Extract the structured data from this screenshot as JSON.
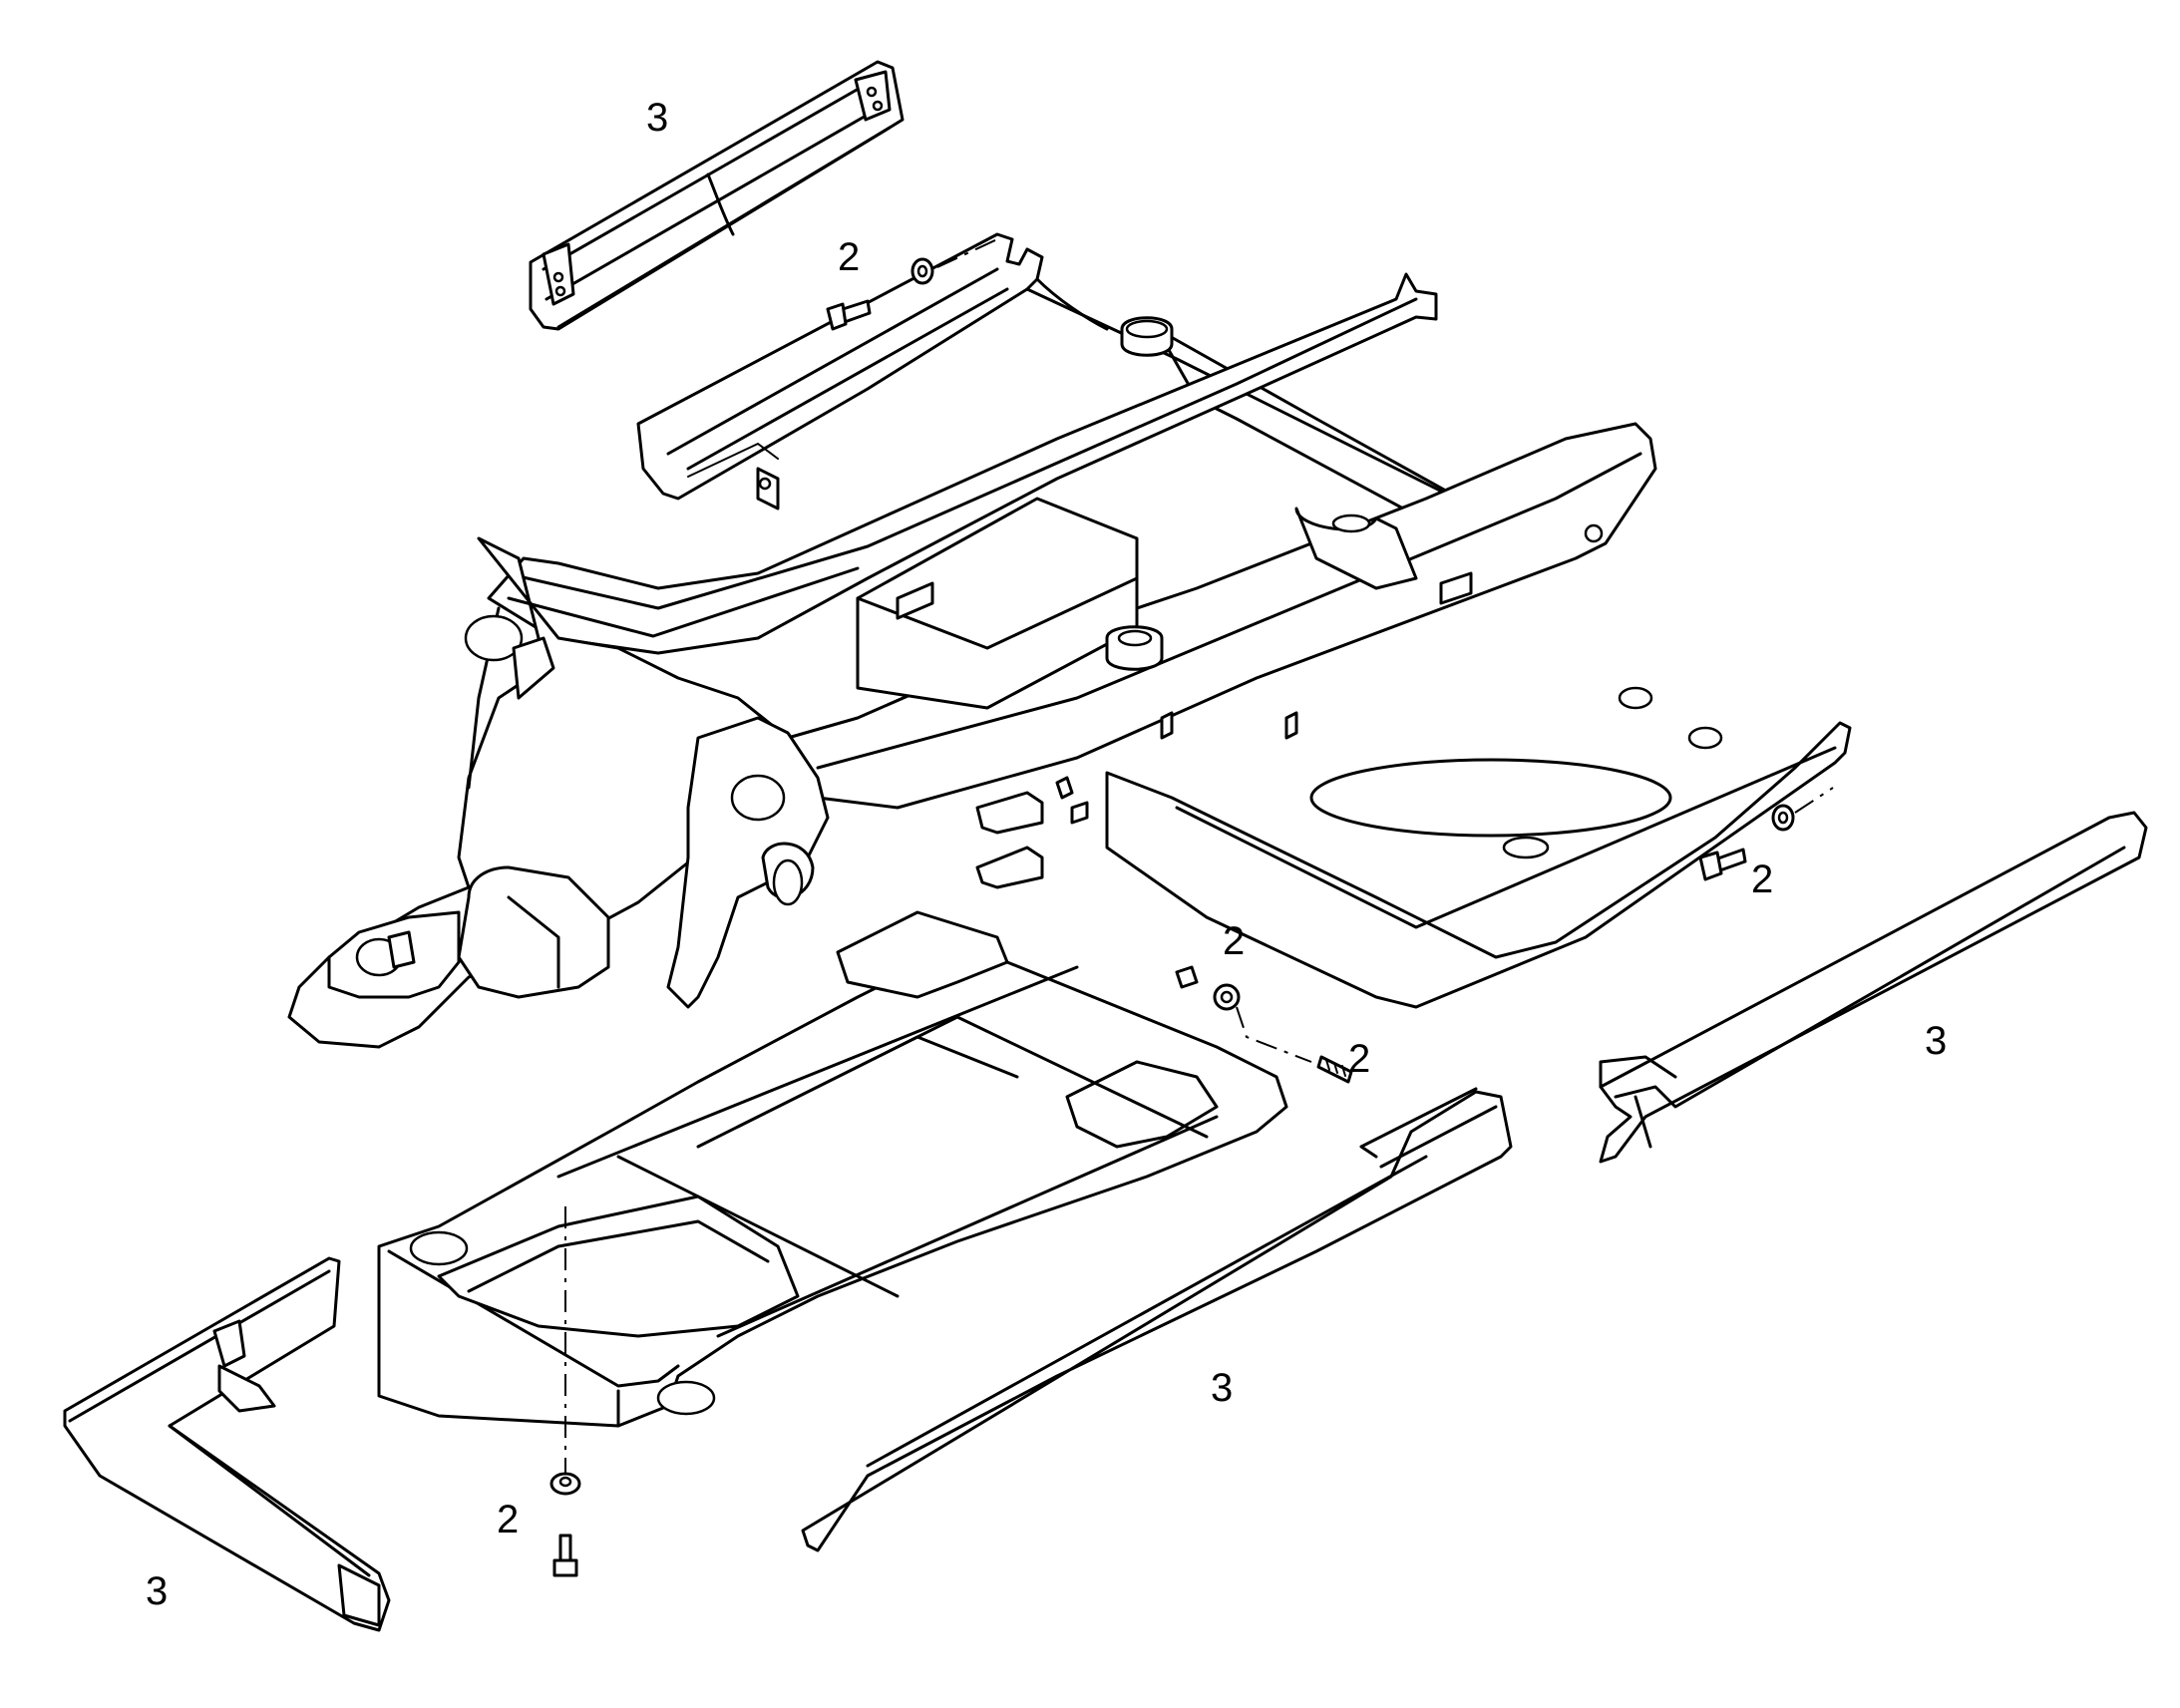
{
  "callouts": {
    "cover_top_left": "3",
    "bolt_top_left": "2",
    "bolt_right": "2",
    "bolt_center_nut": "2",
    "bolt_center_stud": "2",
    "cover_right": "3",
    "cover_center_long": "3",
    "bolt_bottom": "2",
    "cover_bottom_left": "3"
  }
}
